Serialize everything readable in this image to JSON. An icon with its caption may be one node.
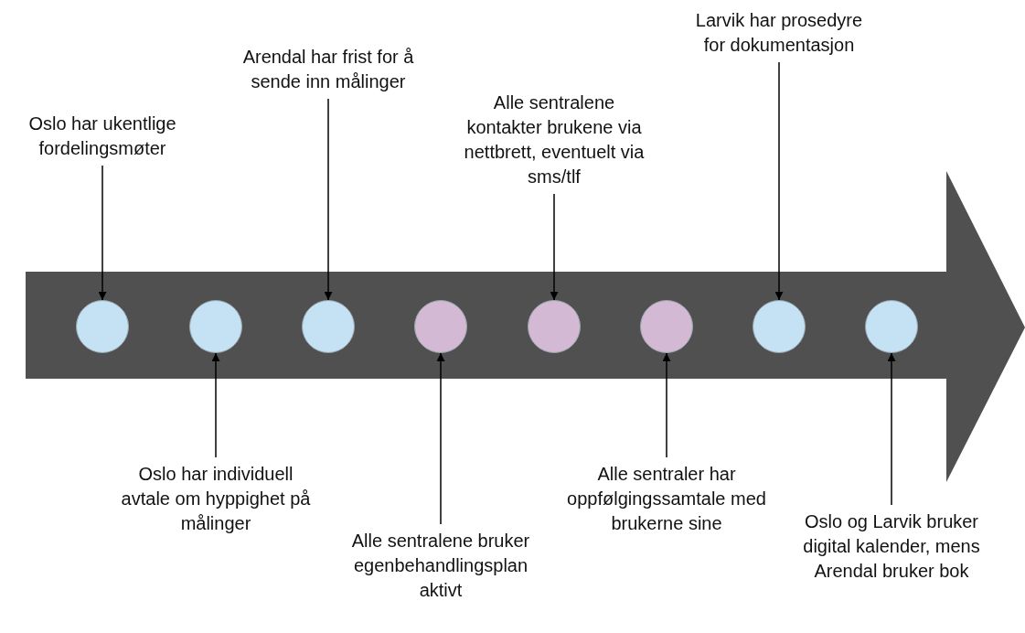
{
  "diagram": {
    "nodes": [
      {
        "text": [],
        "shape": "circle"
      },
      {
        "text": [],
        "shape": "circle"
      },
      {
        "text": [],
        "shape": "circle"
      },
      {
        "text": [],
        "shape": "circle"
      },
      {
        "text": [],
        "shape": "circle"
      },
      {
        "text": [],
        "shape": "circle"
      },
      {
        "text": [],
        "shape": "circle"
      },
      {
        "text": [],
        "shape": "circle"
      },
      {
        "text": [
          "Oslo har ukentlige fordelingsmøter"
        ]
      },
      {
        "text": [
          "Oslo har individuell avtale om hyppighet på målinger"
        ]
      },
      {
        "text": [
          "Arendal har frist for å sende inn målinger"
        ]
      },
      {
        "text": [
          "Alle sentralene bruker egenbehandlingsplan aktivt"
        ]
      },
      {
        "text": [
          "Alle sentralene kontakter brukene via nettbrett, eventuelt via sms/tlf"
        ]
      },
      {
        "text": [
          "Alle sentraler har oppfølgingssamtale med brukerne sine"
        ]
      },
      {
        "text": [
          "Larvik har prosedyre for dokumentasjon"
        ]
      },
      {
        "text": [
          "Oslo og Larvik bruker digital kalender, mens Arendal bruker bok"
        ]
      }
    ],
    "edges": [
      {
        "from": 8,
        "to": 0,
        "arrow": "to"
      },
      {
        "from": 9,
        "to": 1,
        "arrow": "to"
      },
      {
        "from": 10,
        "to": 2,
        "arrow": "to"
      },
      {
        "from": 11,
        "to": 3,
        "arrow": "to"
      },
      {
        "from": 12,
        "to": 4,
        "arrow": "to"
      },
      {
        "from": 13,
        "to": 5,
        "arrow": "to"
      },
      {
        "from": 14,
        "to": 6,
        "arrow": "to"
      },
      {
        "from": 15,
        "to": 7,
        "arrow": "to"
      }
    ]
  }
}
